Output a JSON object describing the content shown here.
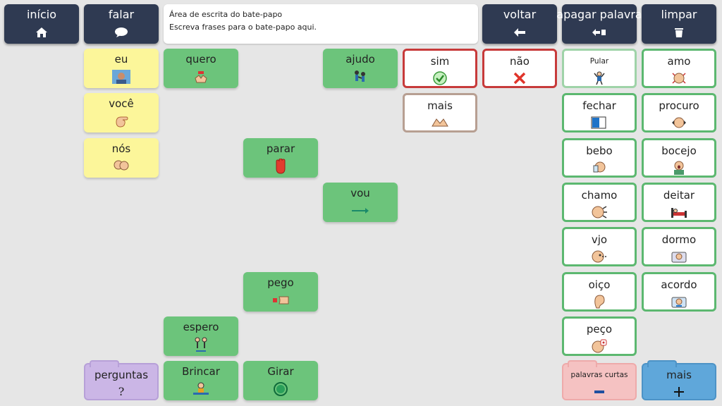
{
  "top_bar": {
    "inicio": "início",
    "falar": "falar",
    "chat_title": "Área de escrita do bate-papo",
    "chat_hint": "Escreva frases para o bate-papo aqui.",
    "voltar": "voltar",
    "apagar_palavra": "apagar palavra",
    "limpar": "limpar"
  },
  "grid": {
    "eu": "eu",
    "voce": "você",
    "nos": "nós",
    "quero": "quero",
    "parar": "parar",
    "ajudo": "ajudo",
    "vou": "vou",
    "pego": "pego",
    "espero": "espero",
    "brincar": "Brincar",
    "girar": "Girar",
    "perguntas": "perguntas",
    "perguntas_symbol": "?",
    "sim": "sim",
    "nao": "não",
    "mais_word": "mais",
    "pular": "Pular",
    "fechar": "fechar",
    "bebo": "bebo",
    "chamo": "chamo",
    "vjo": "vjo",
    "oico": "oiço",
    "peco": "peço",
    "amo": "amo",
    "procuro": "procuro",
    "bocejo": "bocejo",
    "deitar": "deitar",
    "dormo": "dormo",
    "acordo": "acordo",
    "palavras_curtas": "palavras curtas",
    "mais_folder": "mais"
  },
  "colors": {
    "nav": "#2f3a52",
    "pronoun_yellow": "#fcf69a",
    "verb_green": "#6cc47b",
    "outline_green": "#5cb870",
    "outline_red": "#c73a3a",
    "folder_purple": "#cbb6e6",
    "folder_pink": "#f5c2c2",
    "folder_blue": "#5fa7da"
  }
}
